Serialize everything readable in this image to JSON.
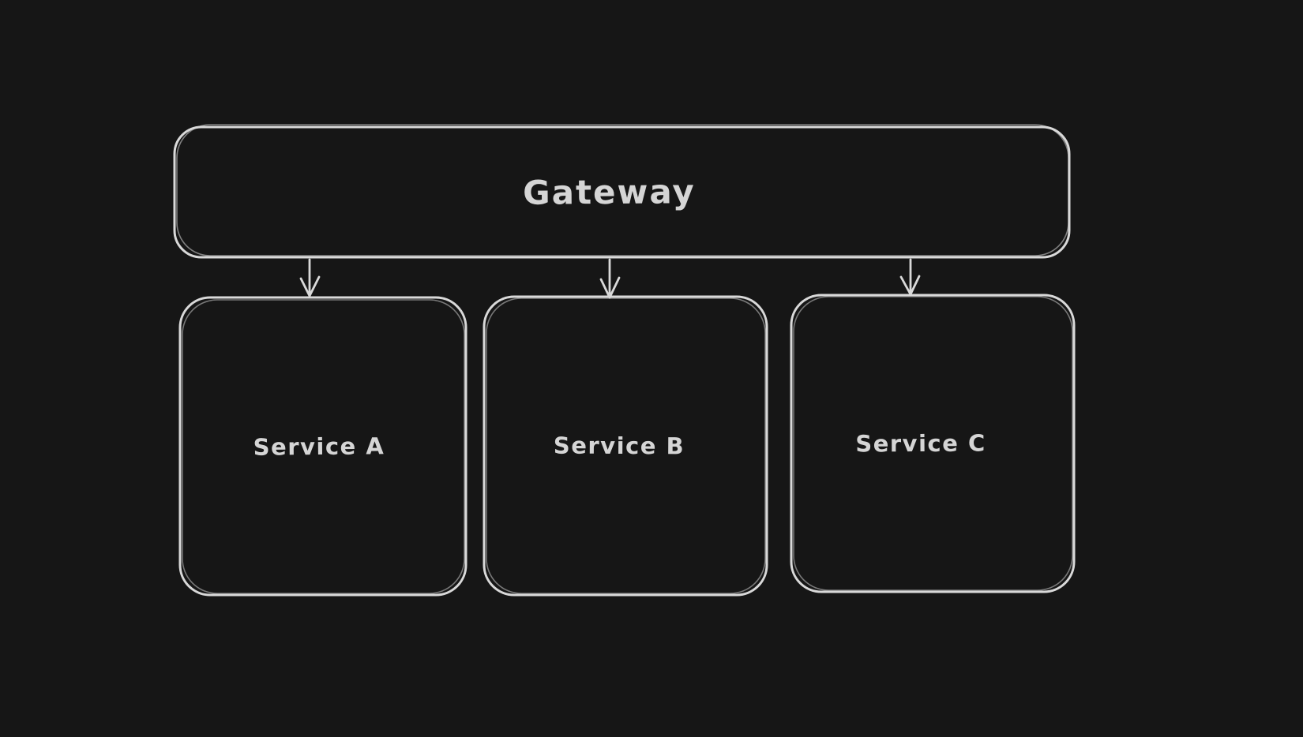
{
  "canvas": {
    "background_color": "#161616",
    "stroke_color": "#d9d9d9",
    "text_color": "#d5d5d5"
  },
  "diagram": {
    "gateway_node": {
      "label": "Gateway"
    },
    "service_nodes": [
      {
        "label": "Service A"
      },
      {
        "label": "Service B"
      },
      {
        "label": "Service C"
      }
    ],
    "connectors": [
      {
        "from": "Gateway",
        "to": "Service A",
        "direction": "down"
      },
      {
        "from": "Gateway",
        "to": "Service B",
        "direction": "down"
      },
      {
        "from": "Gateway",
        "to": "Service C",
        "direction": "down"
      }
    ]
  }
}
